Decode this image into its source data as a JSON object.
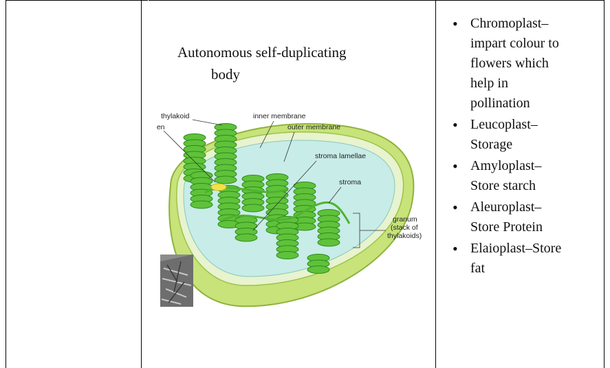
{
  "heading": {
    "line1": "Autonomous self-duplicating",
    "line2": "body"
  },
  "diagram": {
    "labels": {
      "thylakoid": "thylakoid",
      "lumen": "nen",
      "inner_membrane": "inner membrane",
      "outer_membrane": "outer membrane",
      "stroma_lamellae": "stroma lamellae",
      "stroma": "stroma",
      "granum_1": "granum",
      "granum_2": "(stack of",
      "granum_3": "thylakoids)"
    },
    "colors": {
      "outer": "#c7e37a",
      "inner": "#e2f0c8",
      "stroma": "#c6ecea",
      "thylakoid": "#5fc23a",
      "thylakoid_edge": "#2f8a1c",
      "lumen": "#f2e24a"
    }
  },
  "types": [
    "Chromoplast– impart colour to flowers which help in pollination",
    "Leucoplast– Storage",
    "Amyloplast– Store starch",
    "Aleuroplast– Store Protein",
    "Elaioplast–Store fat"
  ],
  "types_lines": [
    [
      "Chromoplast–",
      "impart colour to",
      "flowers which",
      "help in",
      "pollination"
    ],
    [
      "Leucoplast–",
      "Storage"
    ],
    [
      "Amyloplast–",
      "Store starch"
    ],
    [
      "Aleuroplast–",
      "Store Protein"
    ],
    [
      "Elaioplast–Store",
      "fat"
    ]
  ]
}
